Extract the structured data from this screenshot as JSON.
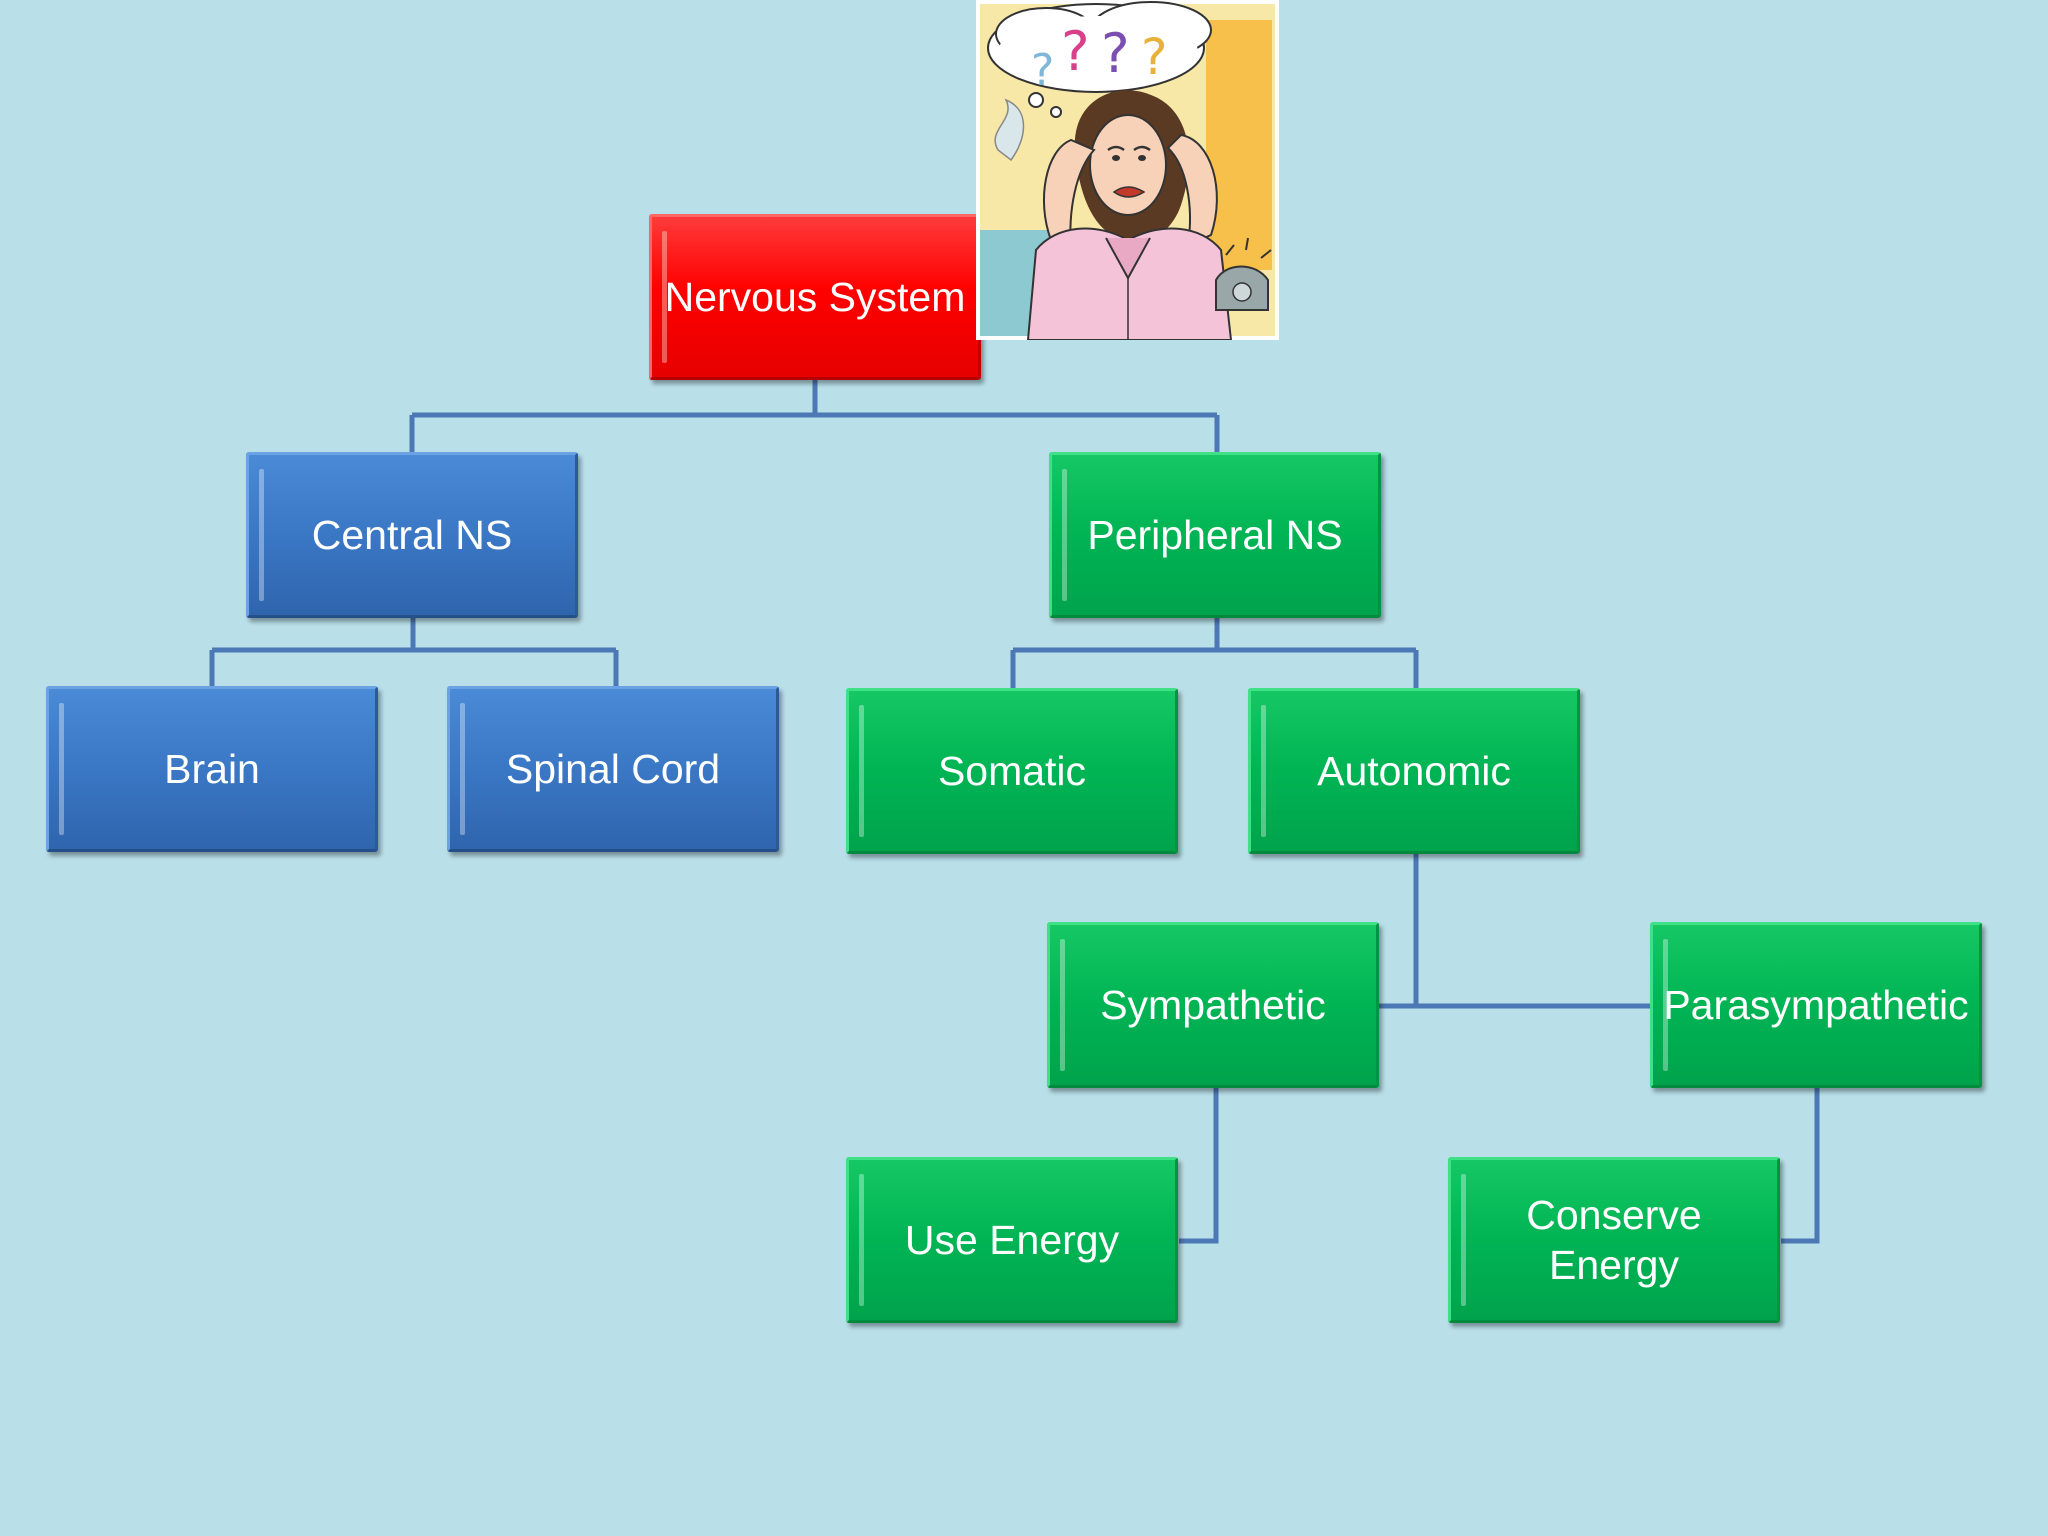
{
  "diagram": {
    "nodes": {
      "nervous_system": "Nervous System",
      "central_ns": "Central NS",
      "peripheral_ns": "Peripheral NS",
      "brain": "Brain",
      "spinal_cord": "Spinal Cord",
      "somatic": "Somatic",
      "autonomic": "Autonomic",
      "sympathetic": "Sympathetic",
      "parasympathetic": "Parasympathetic",
      "use_energy": "Use Energy",
      "conserve_energy": "Conserve\nEnergy"
    },
    "illustration": {
      "thought_bubble": "????"
    }
  },
  "colors": {
    "background": "#b9dfe9",
    "root": "#ff0000",
    "central": "#3a77c5",
    "peripheral": "#00b454",
    "connector": "#4c78b5"
  }
}
